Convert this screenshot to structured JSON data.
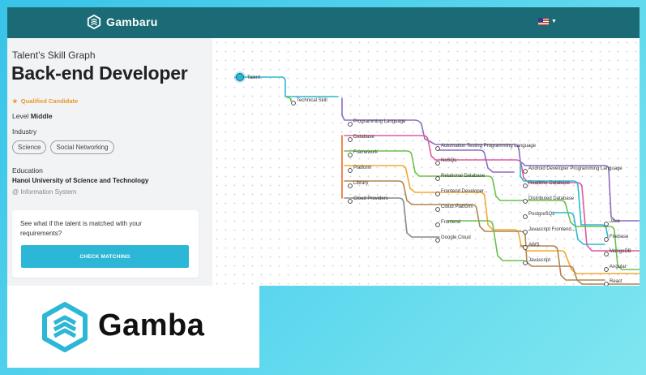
{
  "header": {
    "brand": "Gambaru",
    "language": "English (US)"
  },
  "profile": {
    "subtitle": "Talent’s Skill Graph",
    "title": "Back-end Developer",
    "badge": "Qualified Candidate",
    "level_label": "Level",
    "level_value": "Middle",
    "industry_label": "Industry",
    "industries": [
      "Science",
      "Social Networking"
    ],
    "education_label": "Education",
    "school": "Hanoi University of Science and Technology",
    "major": "@ Information System"
  },
  "match_card": {
    "text": "See what if the talent is matched with your requirements?",
    "button": "CHECK MATCHING"
  },
  "graph": {
    "nodes": [
      "Talent",
      "Technical Skill",
      "Programming Language",
      "Database",
      "Framework",
      "Platform",
      "Library",
      "Cloud Providers",
      "Automation Testing Programming Language",
      "NoSQL",
      "Relational Database",
      "Frontend Developer...",
      "Cloud Platform",
      "Frontend",
      "Google Cloud",
      "Android Developer Programming Language",
      "Realtime Database",
      "Distributed Database",
      "PostgreSQL",
      "Javascript Frontend...",
      "AWS",
      "Javascript",
      "Java",
      "Firebase",
      "MongoDB",
      "Angular",
      "React"
    ],
    "colors": {
      "talent": "#2bb7d5",
      "line_a": "#2bb7d5",
      "line_b": "#8e6cc2",
      "line_c": "#e05a9c",
      "line_d": "#6cc04a",
      "line_e": "#f0a830",
      "line_f": "#b08552",
      "line_g": "#888888",
      "line_h": "#f06a2a"
    }
  },
  "brand_footer": {
    "name": "Gamba"
  }
}
